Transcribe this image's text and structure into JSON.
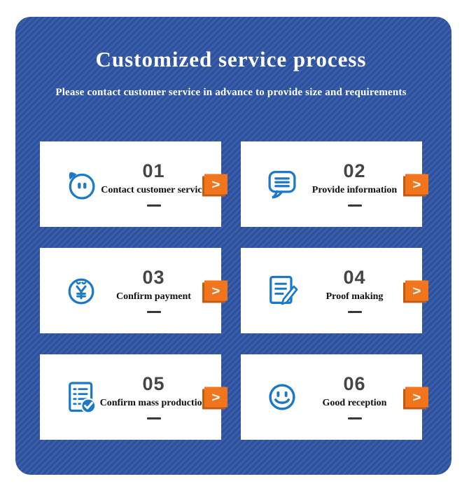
{
  "header": {
    "title": "Customized service process",
    "subtitle": "Please contact customer service in advance to provide size and requirements"
  },
  "arrow_glyph": ">",
  "steps": [
    {
      "number": "01",
      "label": "Contact customer service",
      "icon": "chat-face-icon"
    },
    {
      "number": "02",
      "label": "Provide information",
      "icon": "message-lines-icon"
    },
    {
      "number": "03",
      "label": "Confirm payment",
      "icon": "coin-yuan-icon"
    },
    {
      "number": "04",
      "label": "Proof making",
      "icon": "document-pencil-icon"
    },
    {
      "number": "05",
      "label": "Confirm mass production",
      "icon": "checklist-check-icon"
    },
    {
      "number": "06",
      "label": "Good reception",
      "icon": "smiley-icon"
    }
  ],
  "colors": {
    "panel_blue": "#2e54a3",
    "card_white": "#fefefe",
    "icon_blue": "#1b79c8",
    "accent_orange": "#f0751c",
    "accent_orange_shadow": "#c35c10",
    "number_gray": "#454545",
    "label_black": "#101010",
    "title_white": "#ffffff"
  }
}
